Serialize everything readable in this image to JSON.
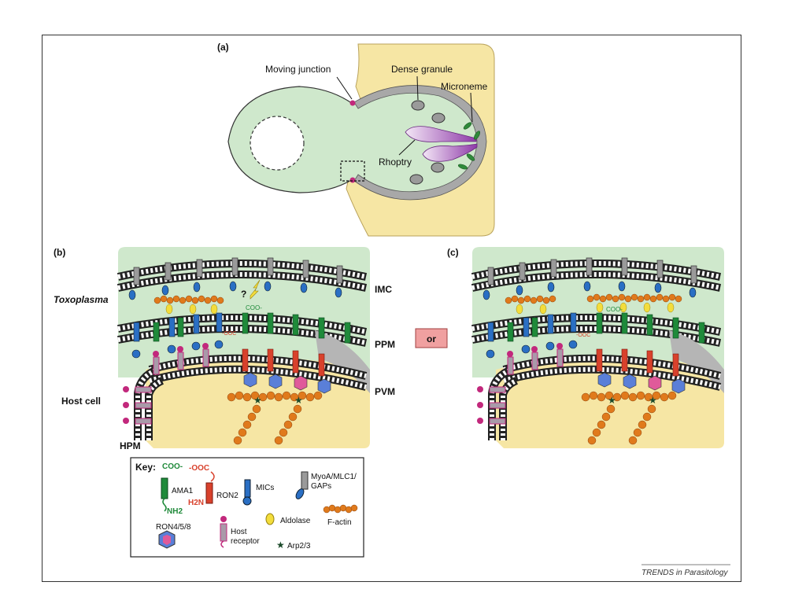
{
  "panels": {
    "a": "(a)",
    "b": "(b)",
    "c": "(c)"
  },
  "panel_a": {
    "moving_junction": "Moving junction",
    "dense_granule": "Dense granule",
    "microneme": "Microneme",
    "rhoptry": "Rhoptry"
  },
  "panel_b": {
    "toxoplasma": "Toxoplasma",
    "host_cell": "Host cell",
    "imc": "IMC",
    "ppm": "PPM",
    "pvm": "PVM",
    "hpm": "HPM",
    "question": "?",
    "coo": "COO-",
    "ooc": "-OOC"
  },
  "or_label": "or",
  "panel_c": {
    "coo": "COO-",
    "ooc": "-OOC"
  },
  "key": {
    "title": "Key:",
    "ama1_coo": "COO-",
    "ama1_nh2": "NH2",
    "ama1": "AMA1",
    "ron2_ooc": "-OOC",
    "ron2_h2n": "H2N",
    "ron2": "RON2",
    "mics": "MICs",
    "myoa_line1": "MyoA/MLC1/",
    "myoa_line2": "GAPs",
    "aldolase": "Aldolase",
    "factin": "F-actin",
    "ron458": "RON4/5/8",
    "host_receptor_line1": "Host",
    "host_receptor_line2": "receptor",
    "arp23": "Arp2/3"
  },
  "credit": "TRENDS in Parasitology",
  "colors": {
    "parasite_green": "#cfe8cc",
    "host_yellow": "#f6e6a4",
    "ama1_green": "#1f8a3a",
    "ron2_red": "#d8412c",
    "mic_blue": "#2a6fc4",
    "myoa_grey": "#9a9a9a",
    "aldolase_yellow": "#f3dd3c",
    "actin_orange": "#e07a1c",
    "receptor_magenta": "#c2287c",
    "or_box": "#f0a0a0"
  }
}
